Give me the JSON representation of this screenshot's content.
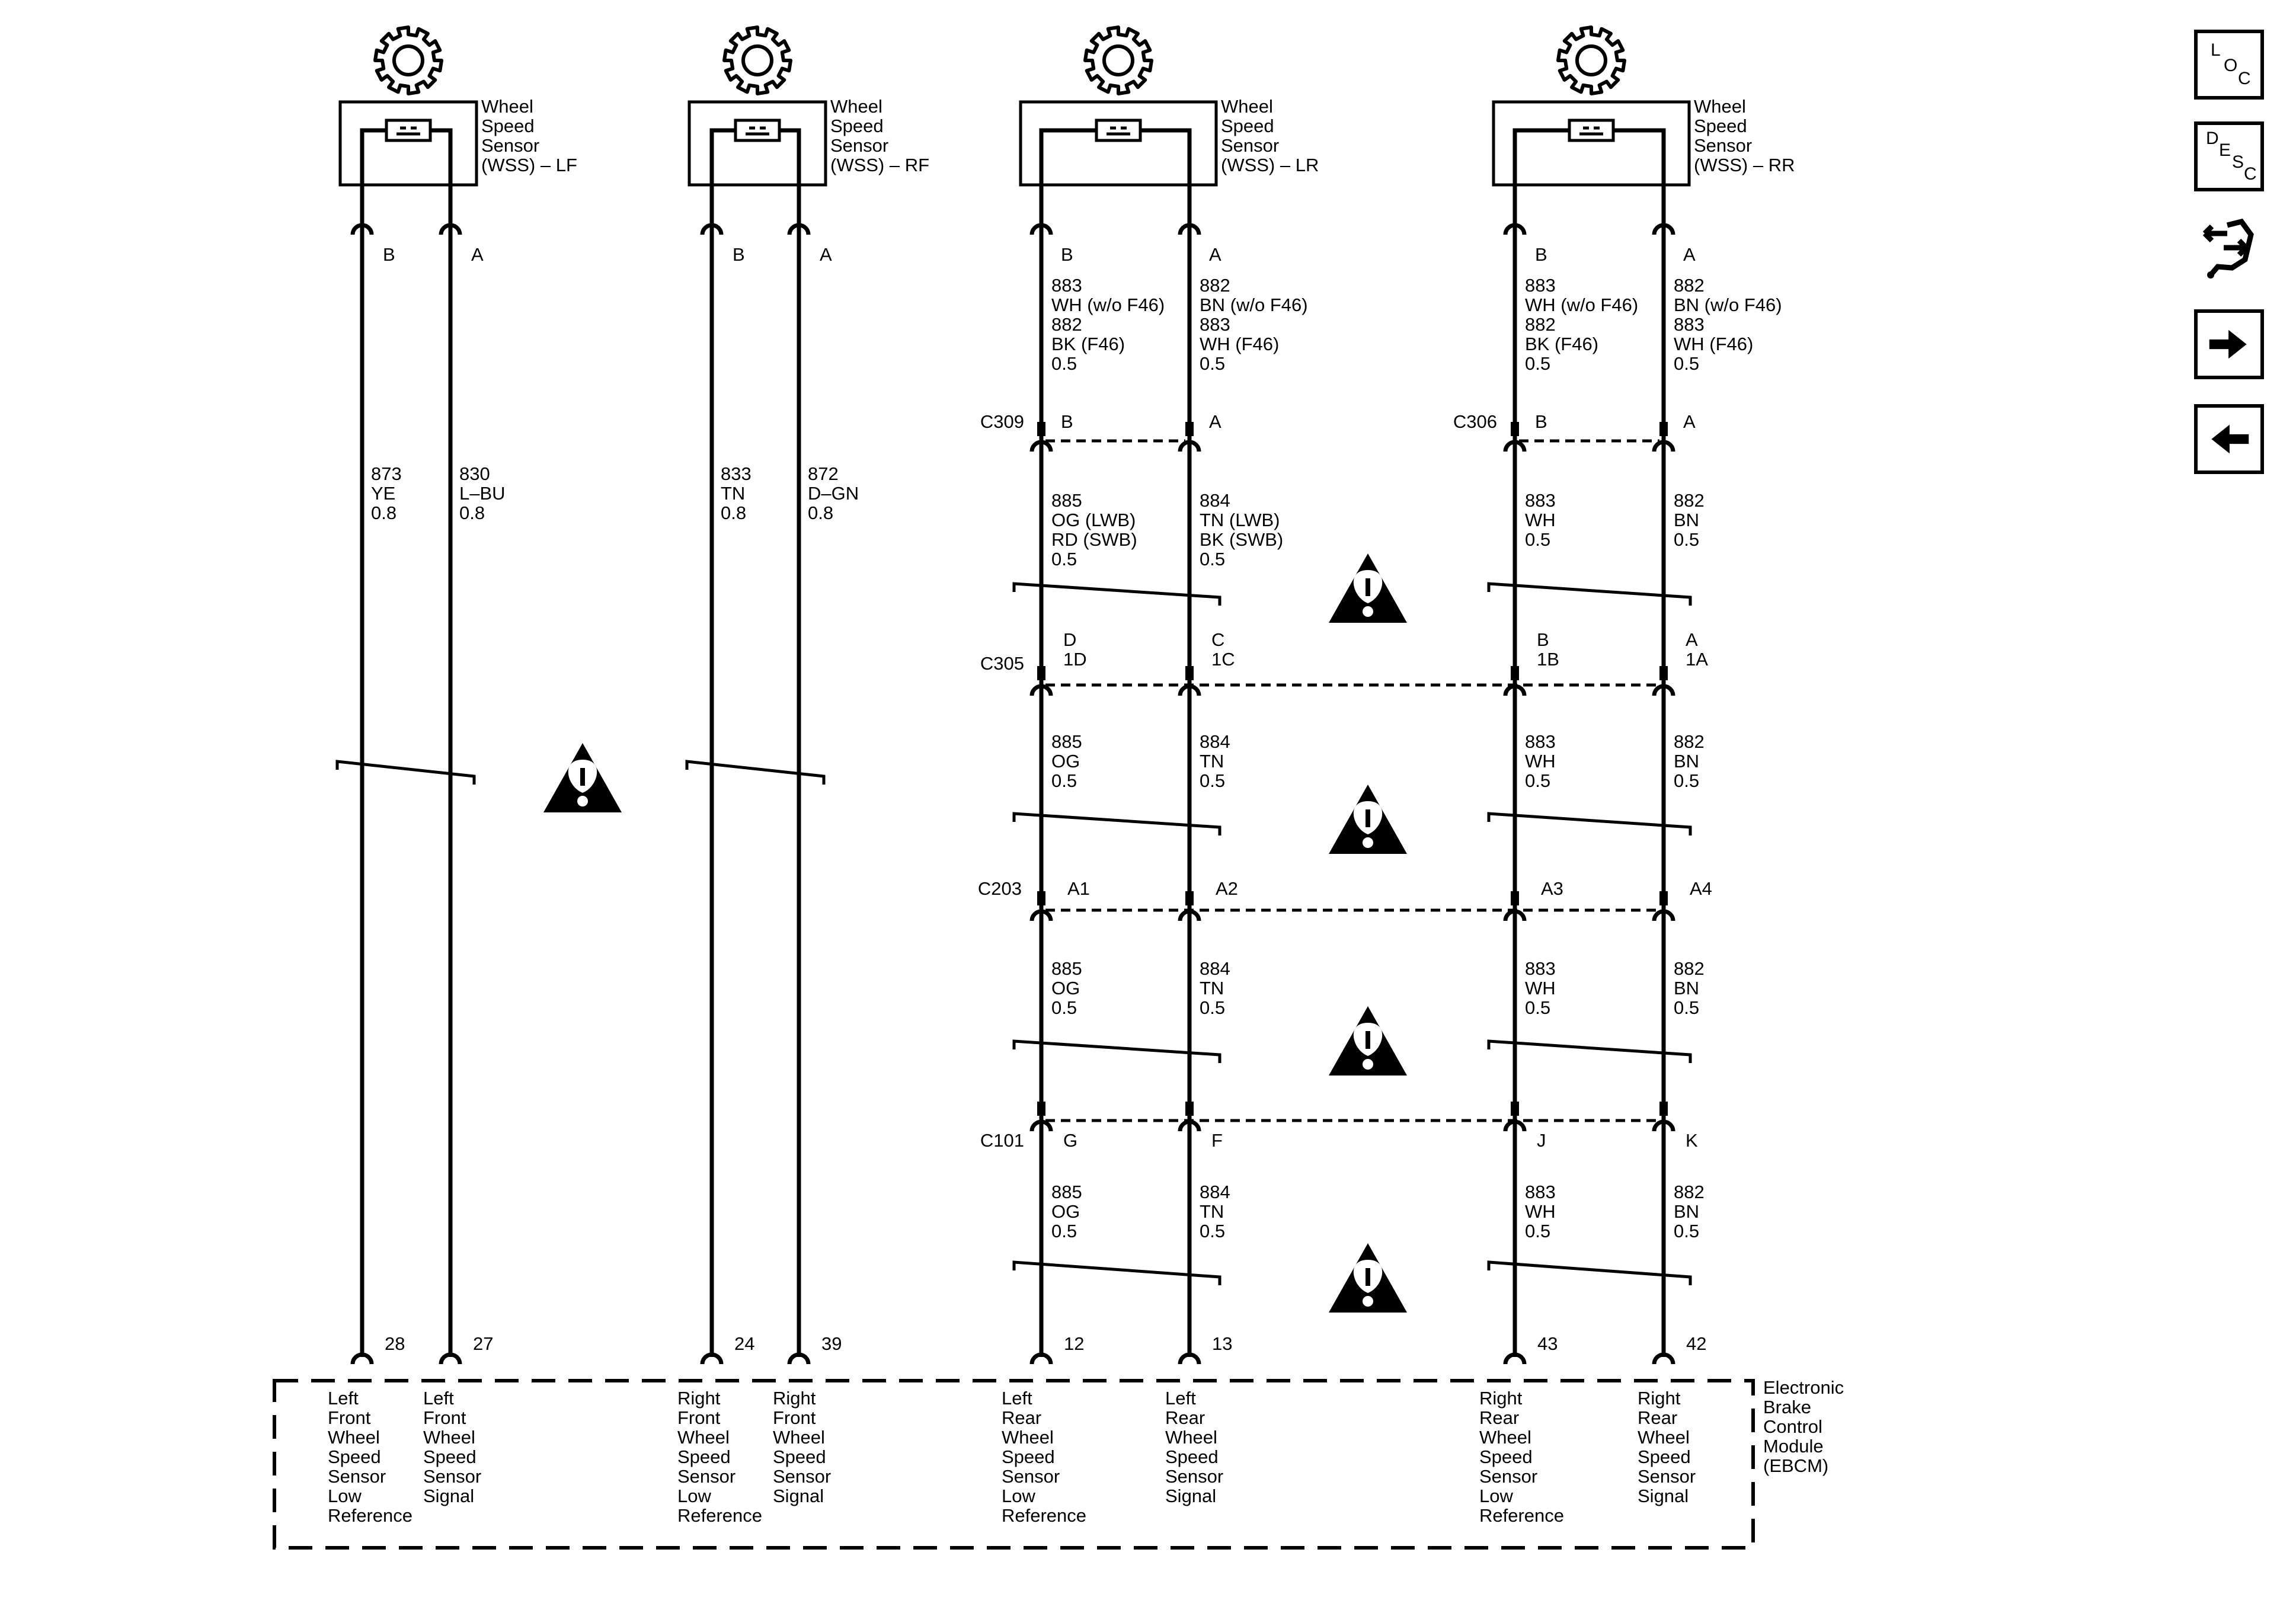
{
  "sensors": [
    {
      "title": [
        "Wheel",
        "Speed",
        "Sensor",
        "(WSS) – LF"
      ]
    },
    {
      "title": [
        "Wheel",
        "Speed",
        "Sensor",
        "(WSS) – RF"
      ]
    },
    {
      "title": [
        "Wheel",
        "Speed",
        "Sensor",
        "(WSS) – LR"
      ]
    },
    {
      "title": [
        "Wheel",
        "Speed",
        "Sensor",
        "(WSS) – RR"
      ]
    }
  ],
  "sensor_pins": [
    {
      "left": "B",
      "right": "A"
    },
    {
      "left": "B",
      "right": "A"
    },
    {
      "left": "B",
      "right": "A"
    },
    {
      "left": "B",
      "right": "A"
    }
  ],
  "front_wires": [
    [
      "873",
      "YE",
      "0.8"
    ],
    [
      "830",
      "L–BU",
      "0.8"
    ],
    [
      "833",
      "TN",
      "0.8"
    ],
    [
      "872",
      "D–GN",
      "0.8"
    ]
  ],
  "rear_upper_wires": [
    [
      "883",
      "WH (w/o F46)",
      "882",
      "BK (F46)",
      "0.5"
    ],
    [
      "882",
      "BN (w/o F46)",
      "883",
      "WH (F46)",
      "0.5"
    ],
    [
      "883",
      "WH (w/o F46)",
      "882",
      "BK (F46)",
      "0.5"
    ],
    [
      "882",
      "BN (w/o F46)",
      "883",
      "WH (F46)",
      "0.5"
    ]
  ],
  "connectors": {
    "c309": {
      "name": "C309",
      "pins": [
        "B",
        "A"
      ]
    },
    "c306": {
      "name": "C306",
      "pins": [
        "B",
        "A"
      ]
    },
    "c305": {
      "name": "C305",
      "pins": [
        [
          "D",
          "1D"
        ],
        [
          "C",
          "1C"
        ],
        [
          "B",
          "1B"
        ],
        [
          "A",
          "1A"
        ]
      ]
    },
    "c203": {
      "name": "C203",
      "pins": [
        "A1",
        "A2",
        "A3",
        "A4"
      ]
    },
    "c101": {
      "name": "C101",
      "pins": [
        "G",
        "F",
        "J",
        "K"
      ]
    }
  },
  "rear_wires_seg2": [
    [
      "885",
      "OG (LWB)",
      "RD (SWB)",
      "0.5"
    ],
    [
      "884",
      "TN (LWB)",
      "BK (SWB)",
      "0.5"
    ],
    [
      "883",
      "WH",
      "0.5"
    ],
    [
      "882",
      "BN",
      "0.5"
    ]
  ],
  "rear_wires_seg3": [
    [
      "885",
      "OG",
      "0.5"
    ],
    [
      "884",
      "TN",
      "0.5"
    ],
    [
      "883",
      "WH",
      "0.5"
    ],
    [
      "882",
      "BN",
      "0.5"
    ]
  ],
  "rear_wires_seg4": [
    [
      "885",
      "OG",
      "0.5"
    ],
    [
      "884",
      "TN",
      "0.5"
    ],
    [
      "883",
      "WH",
      "0.5"
    ],
    [
      "882",
      "BN",
      "0.5"
    ]
  ],
  "rear_wires_seg5": [
    [
      "885",
      "OG",
      "0.5"
    ],
    [
      "884",
      "TN",
      "0.5"
    ],
    [
      "883",
      "WH",
      "0.5"
    ],
    [
      "882",
      "BN",
      "0.5"
    ]
  ],
  "ebcm": {
    "title": [
      "Electronic",
      "Brake",
      "Control",
      "Module",
      "(EBCM)"
    ],
    "pins": [
      "28",
      "27",
      "24",
      "39",
      "12",
      "13",
      "43",
      "42"
    ],
    "functions": [
      [
        "Left",
        "Front",
        "Wheel",
        "Speed",
        "Sensor",
        "Low",
        "Reference"
      ],
      [
        "Left",
        "Front",
        "Wheel",
        "Speed",
        "Sensor",
        "Signal"
      ],
      [
        "Right",
        "Front",
        "Wheel",
        "Speed",
        "Sensor",
        "Low",
        "Reference"
      ],
      [
        "Right",
        "Front",
        "Wheel",
        "Speed",
        "Sensor",
        "Signal"
      ],
      [
        "Left",
        "Rear",
        "Wheel",
        "Speed",
        "Sensor",
        "Low",
        "Reference"
      ],
      [
        "Left",
        "Rear",
        "Wheel",
        "Speed",
        "Sensor",
        "Signal"
      ],
      [
        "Right",
        "Rear",
        "Wheel",
        "Speed",
        "Sensor",
        "Low",
        "Reference"
      ],
      [
        "Right",
        "Rear",
        "Wheel",
        "Speed",
        "Sensor",
        "Signal"
      ]
    ]
  },
  "nav": {
    "loc": [
      "L",
      "O",
      "C"
    ],
    "desc": [
      "D",
      "E",
      "S",
      "C"
    ],
    "icons": [
      "connector-end-view-icon",
      "arrow-right-icon",
      "arrow-left-icon"
    ]
  }
}
